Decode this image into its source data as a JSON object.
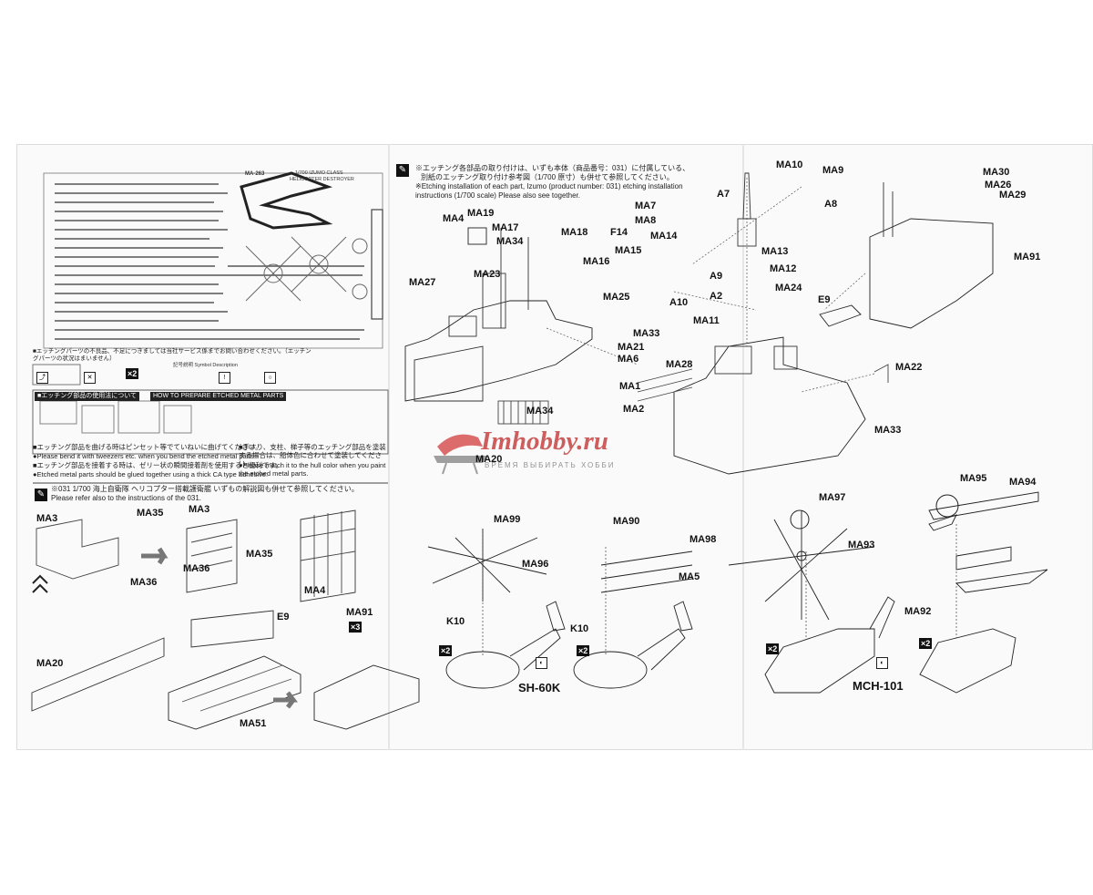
{
  "watermark": {
    "site": "Imhobby.ru",
    "slogan": "ВРЕМЯ ВЫБИРАТЬ ХОББИ"
  },
  "fret": {
    "code": "MA-263",
    "title_line1": "1/700 IZUMO CLASS",
    "title_line2": "HELICOPTER DESTROYER"
  },
  "left_notes": {
    "jp1": "■エッチングパーツの不良品、不足につきましては当社サービス係までお問い合わせください。（エッチングパーツの状況はまいません）",
    "symbol_header": "記号説明  Symbol Description",
    "how_to": "HOW TO PREPARE ETCHED METAL PARTS",
    "jp_how": "■エッチング部品の使用法について",
    "bend": "■エッチング部品を曲げる時はピンセット等でていねいに曲げてください。",
    "bend_en": "●Please bend it with tweezers etc. when you bend the etched metal parts.",
    "glue_jp": "■エッチング部品を接着する時は、ゼリー状の瞬間接着剤を使用すると便利です。",
    "glue_en": "●Etched metal parts should be glued together using a thick CA type adhesive.",
    "paint_jp": "■手すり、支柱、梯子等のエッチング部品を塗装する場合は、船体色に合わせて塗装してください。",
    "paint_en": "●Please match it to the hull color when you paint the etched metal parts."
  },
  "top_note": {
    "jp1": "※エッチング各部品の取り付けは、いずも本体（商品番号：031）に付属している、",
    "jp2": "別紙のエッチング取り付け参考図（1/700 原寸）も併せて参照してください。",
    "en1": "※Etching installation of each part, Izumo (product number: 031) etching installation",
    "en2": "instructions (1/700 scale) Please also see together."
  },
  "bottom_left_note": {
    "jp": "※031 1/700 海上自衛隊 ヘリコプター搭載護衛艦 いずもの解説図も併せて参照してください。",
    "en": "Please refer also to the instructions of the 031."
  },
  "parts": {
    "ma10": "MA10",
    "ma9": "MA9",
    "a7": "A7",
    "a8": "A8",
    "ma30": "MA30",
    "ma26": "MA26",
    "ma29": "MA29",
    "ma91_top": "MA91",
    "ma4_top": "MA4",
    "ma19": "MA19",
    "ma17": "MA17",
    "ma18": "MA18",
    "ma7": "MA7",
    "ma8": "MA8",
    "f14": "F14",
    "ma14": "MA14",
    "ma34_top": "MA34",
    "ma15": "MA15",
    "ma16": "MA16",
    "ma13": "MA13",
    "a9": "A9",
    "ma12": "MA12",
    "ma27": "MA27",
    "ma23": "MA23",
    "ma25": "MA25",
    "a2": "A2",
    "ma24": "MA24",
    "a10": "A10",
    "e9_top": "E9",
    "ma11": "MA11",
    "ma33_top": "MA33",
    "ma21": "MA21",
    "ma6": "MA6",
    "ma28": "MA28",
    "ma22": "MA22",
    "ma1": "MA1",
    "ma2": "MA2",
    "ma34_mid": "MA34",
    "ma33_mid": "MA33",
    "ma20_mid": "MA20",
    "ma3_a": "MA3",
    "ma35_a": "MA35",
    "ma3_b": "MA3",
    "ma35_b": "MA35",
    "ma36_a": "MA36",
    "ma36_b": "MA36",
    "ma4_b": "MA4",
    "ma91_b": "MA91",
    "e9_b": "E9",
    "ma20_b": "MA20",
    "ma51": "MA51",
    "ma99": "MA99",
    "ma96": "MA96",
    "k10_a": "K10",
    "ma90": "MA90",
    "ma98": "MA98",
    "ma5": "MA5",
    "k10_b": "K10",
    "ma97": "MA97",
    "ma93": "MA93",
    "ma95": "MA95",
    "ma94": "MA94",
    "ma92": "MA92"
  },
  "counts": {
    "x2": "×2",
    "x3": "×3"
  },
  "helicopters": {
    "sh60k": "SH-60K",
    "mch101": "MCH-101"
  }
}
